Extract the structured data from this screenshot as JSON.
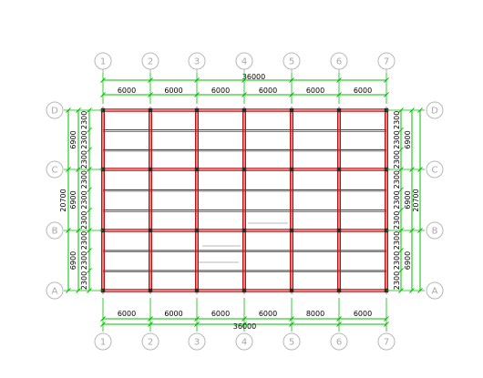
{
  "colors": {
    "dimension": "#00c000",
    "axis": "#ff3030",
    "beam": "#b01515",
    "purlin": "#303030",
    "bubble": "#b8b8b8",
    "text": "#000000"
  },
  "grid": {
    "columns": [
      "1",
      "2",
      "3",
      "4",
      "5",
      "6",
      "7"
    ],
    "rows": [
      "A",
      "B",
      "C",
      "D"
    ],
    "column_spacings": [
      "6000",
      "6000",
      "6000",
      "6000",
      "6000",
      "6000"
    ],
    "column_spacings_bottom": [
      "6000",
      "6000",
      "6000",
      "6000",
      "8000",
      "6000"
    ],
    "total_width": "36000",
    "bay_spacings": [
      "6900",
      "6900",
      "6900"
    ],
    "total_depth": "20700",
    "purlin_spacing": "2300",
    "purlins_per_bay": 3
  },
  "details": {
    "note_lines": 3
  }
}
